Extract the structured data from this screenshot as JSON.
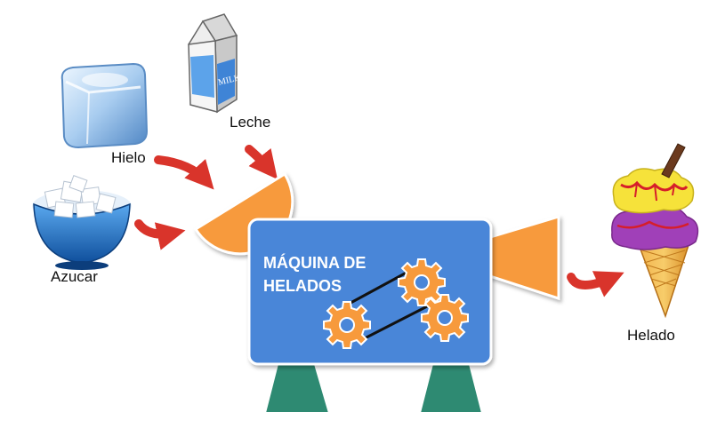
{
  "machine": {
    "title_line1": "MÁQUINA DE",
    "title_line2": "HELADOS",
    "body_color": "#4a86d8",
    "funnel_color": "#f79a3c",
    "leg_color": "#2e8a72",
    "gear_color": "#f79a3c"
  },
  "inputs": [
    {
      "label": "Hielo",
      "icon": "ice-cube-icon"
    },
    {
      "label": "Leche",
      "icon": "milk-carton-icon"
    },
    {
      "label": "Azucar",
      "icon": "sugar-bowl-icon"
    }
  ],
  "output": {
    "label": "Helado",
    "icon": "ice-cream-cone-icon"
  },
  "carton_text": "MILK",
  "arrow_color": "#d9342b"
}
